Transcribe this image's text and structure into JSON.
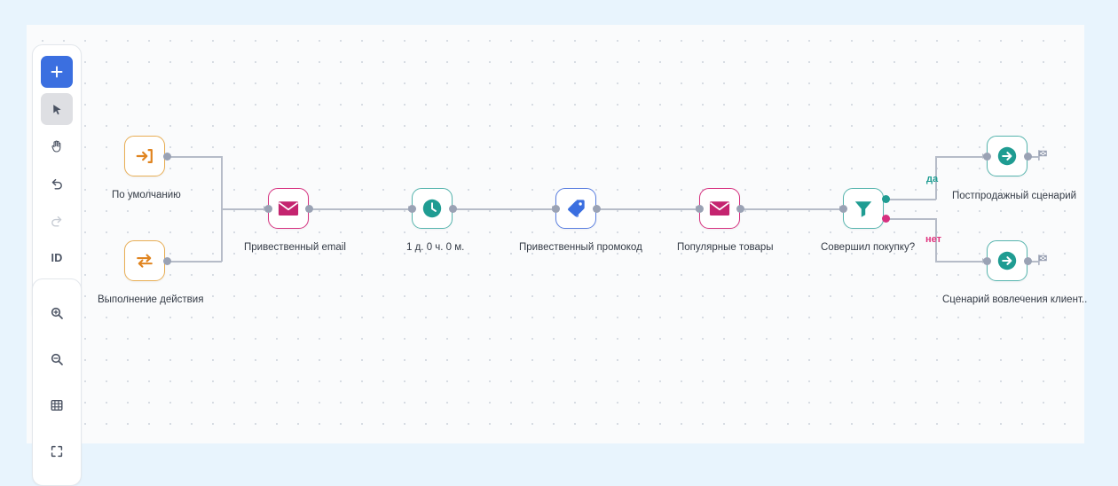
{
  "app": {
    "canvas_background": "#fafbfc",
    "page_background": "#e8f4fd",
    "grid": "dot-grid"
  },
  "toolbar_main": {
    "name": "editor-toolbar",
    "items": [
      {
        "id": "add",
        "icon": "plus-icon",
        "label": "+",
        "state": "primary"
      },
      {
        "id": "select",
        "icon": "cursor-icon",
        "label": "",
        "state": "active"
      },
      {
        "id": "pan",
        "icon": "hand-icon",
        "label": "",
        "state": "normal"
      },
      {
        "id": "undo",
        "icon": "undo-icon",
        "label": "",
        "state": "normal"
      },
      {
        "id": "redo",
        "icon": "redo-icon",
        "label": "",
        "state": "disabled"
      },
      {
        "id": "id",
        "icon": "id-icon",
        "label": "ID",
        "state": "normal"
      },
      {
        "id": "delete",
        "icon": "trash-icon",
        "label": "",
        "state": "normal"
      }
    ]
  },
  "toolbar_zoom": {
    "name": "zoom-toolbar",
    "items": [
      {
        "id": "zoom-in",
        "icon": "zoom-in-icon",
        "label": ""
      },
      {
        "id": "zoom-out",
        "icon": "zoom-out-icon",
        "label": ""
      },
      {
        "id": "grid",
        "icon": "grid-icon",
        "label": ""
      },
      {
        "id": "fit",
        "icon": "fit-screen-icon",
        "label": ""
      }
    ]
  },
  "flow": {
    "nodes": [
      {
        "id": "n1",
        "label": "По умолчанию",
        "icon": "enter-arrow-icon",
        "color": "amber",
        "accent": "#e0841f"
      },
      {
        "id": "n2",
        "label": "Выполнение действия",
        "icon": "exchange-icon",
        "color": "amber",
        "accent": "#e0841f"
      },
      {
        "id": "n3",
        "label": "Привественный email",
        "icon": "envelope-icon",
        "color": "pink",
        "accent": "#d6307f"
      },
      {
        "id": "n4",
        "label": "1 д. 0 ч. 0 м.",
        "icon": "clock-icon",
        "color": "teal",
        "accent": "#1f9c92"
      },
      {
        "id": "n5",
        "label": "Привественный промокод",
        "icon": "tag-percent-icon",
        "color": "blue",
        "accent": "#3b6fe0"
      },
      {
        "id": "n6",
        "label": "Популярные товары",
        "icon": "envelope-icon",
        "color": "pink",
        "accent": "#d6307f"
      },
      {
        "id": "n7",
        "label": "Совершил покупку?",
        "icon": "funnel-icon",
        "color": "teal",
        "accent": "#1f9c92"
      },
      {
        "id": "n8",
        "label": "Постпродажный сценарий",
        "icon": "arrow-right-circle-icon",
        "color": "green",
        "accent": "#1f9c92"
      },
      {
        "id": "n9",
        "label": "Сценарий вовлечения клиент..",
        "icon": "arrow-right-circle-icon",
        "color": "green",
        "accent": "#1f9c92"
      }
    ],
    "branch_labels": {
      "yes": "да",
      "no": "нет"
    },
    "end_markers": [
      {
        "id": "f1",
        "icon": "flag-icon"
      },
      {
        "id": "f2",
        "icon": "flag-icon"
      }
    ]
  },
  "colors": {
    "accent_blue": "#3b6fe0",
    "amber": "#e8ae55",
    "pink": "#d6307f",
    "teal": "#1f9c92",
    "edge": "#b6bcc8",
    "port": "#9aa2b4"
  }
}
